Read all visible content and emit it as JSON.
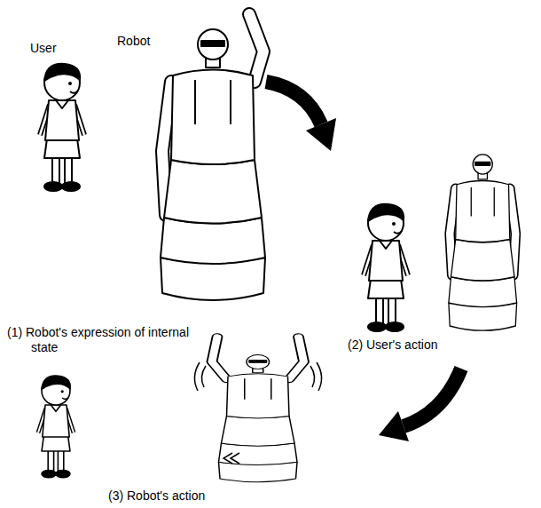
{
  "diagram": {
    "labels": [
      "Robot",
      "User",
      "(1) Robot's expression of internal state",
      "(2) User's action",
      "(3) Robot's action"
    ]
  }
}
